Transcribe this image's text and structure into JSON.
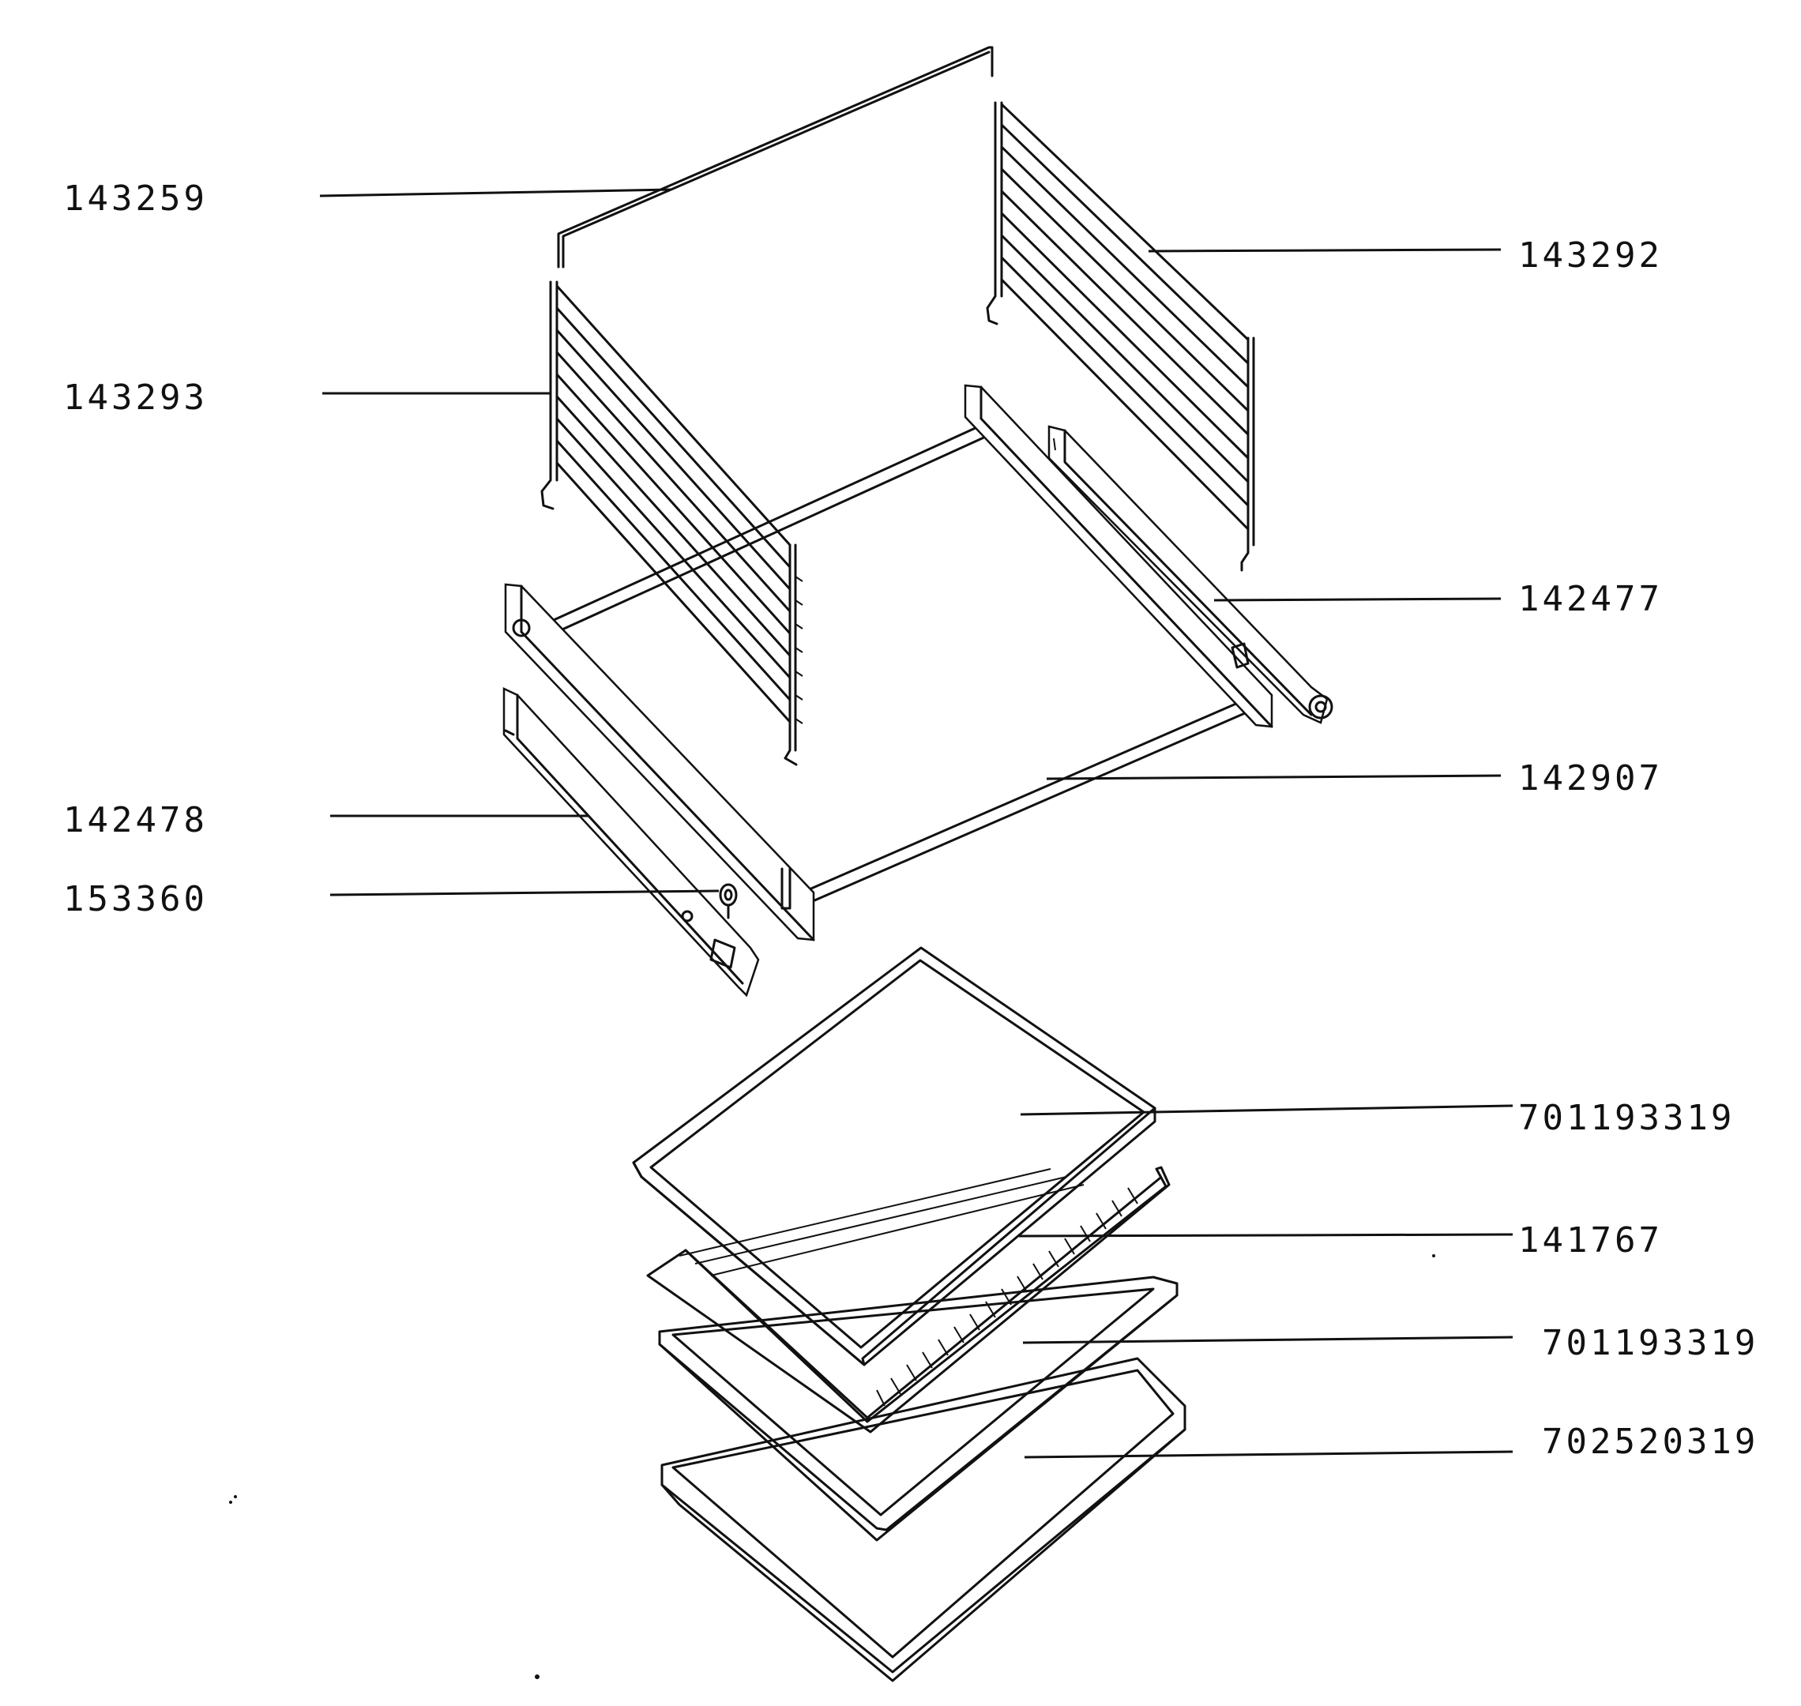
{
  "labels": {
    "wire_rod_top": "143259",
    "shelf_support_right": "143292",
    "shelf_support_left": "143293",
    "telescopic_rail_right": "142477",
    "rail_frame": "142907",
    "telescopic_rail_left": "142478",
    "rail_fastener": "153360",
    "baking_tray_upper": "701193319",
    "wire_grid": "141767",
    "baking_tray_middle": "701193319",
    "deep_tray": "702520319"
  },
  "colors": {
    "ink": "#111111",
    "paper": "#ffffff"
  }
}
